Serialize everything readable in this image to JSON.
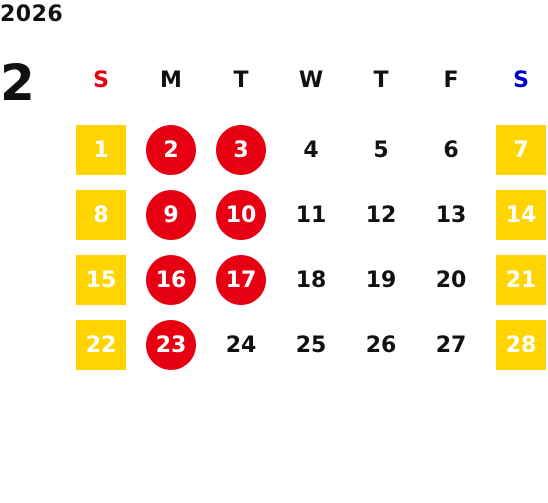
{
  "year": "2026",
  "month": "2",
  "weekdays": [
    "S",
    "M",
    "T",
    "W",
    "T",
    "F",
    "S"
  ],
  "weeks": [
    [
      "1",
      "2",
      "3",
      "4",
      "5",
      "6",
      "7"
    ],
    [
      "8",
      "9",
      "10",
      "11",
      "12",
      "13",
      "14"
    ],
    [
      "15",
      "16",
      "17",
      "18",
      "19",
      "20",
      "21"
    ],
    [
      "22",
      "23",
      "24",
      "25",
      "26",
      "27",
      "28"
    ]
  ],
  "colors": {
    "weekend": "#ffd400",
    "holiday": "#e60012",
    "sunday_header": "#e60012",
    "saturday_header": "#0000cc"
  }
}
